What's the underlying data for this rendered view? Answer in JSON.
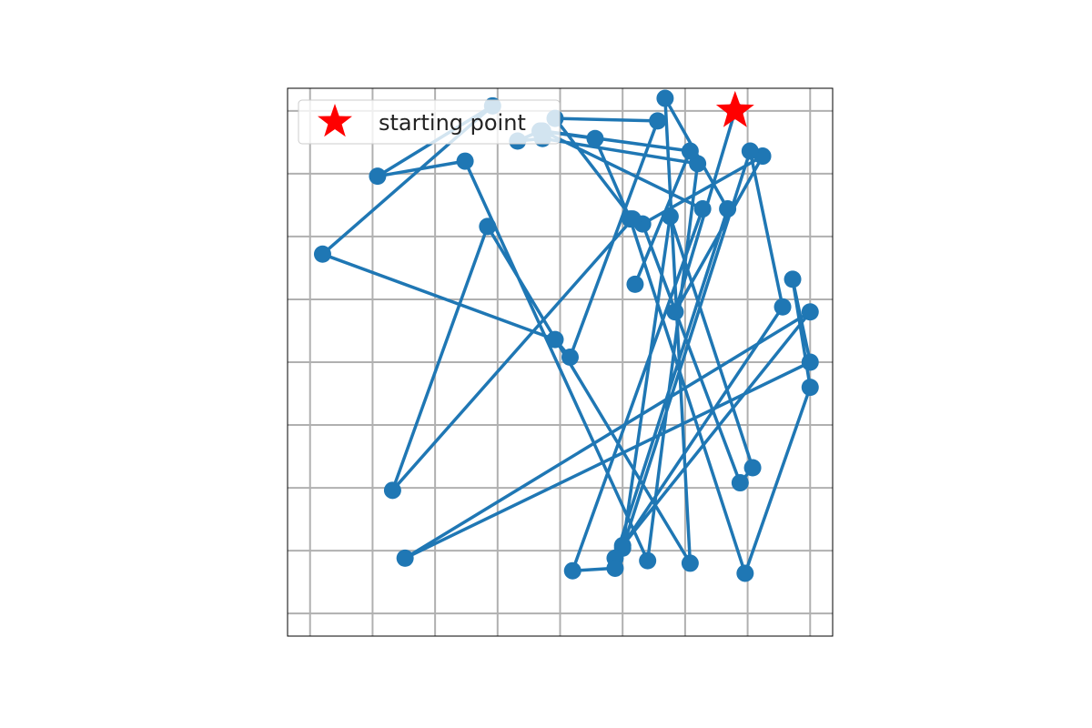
{
  "chart_data": {
    "type": "line",
    "xlim": [
      -0.09,
      2.09
    ],
    "ylim": [
      -0.09,
      2.09
    ],
    "grid": true,
    "legend": {
      "placement": "upper-left",
      "entries": [
        {
          "label": "starting point",
          "marker": "star",
          "color": "#ff0000"
        }
      ]
    },
    "series": [
      {
        "color": "#1f77b4",
        "marker": "circle",
        "points": [
          [
            1.7,
            2.0
          ],
          [
            1.46,
            1.2
          ],
          [
            1.81,
            1.82
          ],
          [
            1.33,
            1.55
          ],
          [
            1.72,
            0.52
          ],
          [
            1.77,
            0.58
          ],
          [
            1.44,
            1.58
          ],
          [
            1.25,
            0.26
          ],
          [
            1.76,
            1.84
          ],
          [
            1.89,
            1.22
          ],
          [
            1.25,
            0.27
          ],
          [
            2.0,
            1.2
          ],
          [
            0.38,
            0.22
          ],
          [
            2.0,
            1.0
          ],
          [
            1.93,
            1.33
          ],
          [
            2.0,
            0.9
          ],
          [
            1.74,
            0.16
          ],
          [
            1.28,
            1.57
          ],
          [
            1.14,
            1.89
          ],
          [
            0.92,
            1.92
          ],
          [
            0.83,
            1.88
          ],
          [
            0.93,
            1.89
          ],
          [
            1.55,
            1.79
          ],
          [
            1.35,
            0.21
          ],
          [
            0.62,
            1.8
          ],
          [
            0.27,
            1.74
          ],
          [
            0.73,
            2.02
          ],
          [
            0.05,
            1.43
          ],
          [
            0.98,
            1.09
          ],
          [
            1.04,
            1.02
          ],
          [
            1.39,
            1.96
          ],
          [
            0.98,
            1.97
          ],
          [
            1.29,
            1.57
          ],
          [
            0.33,
            0.49
          ],
          [
            0.71,
            1.54
          ],
          [
            1.52,
            0.2
          ],
          [
            1.42,
            2.05
          ],
          [
            1.67,
            1.61
          ],
          [
            1.22,
            0.22
          ],
          [
            1.22,
            0.18
          ],
          [
            1.05,
            0.17
          ],
          [
            1.57,
            1.61
          ],
          [
            0.93,
            1.92
          ],
          [
            1.52,
            1.84
          ],
          [
            1.3,
            1.31
          ]
        ],
        "path_indices": [
          0,
          36,
          1,
          38,
          41,
          24,
          26,
          37,
          0
        ]
      }
    ]
  }
}
